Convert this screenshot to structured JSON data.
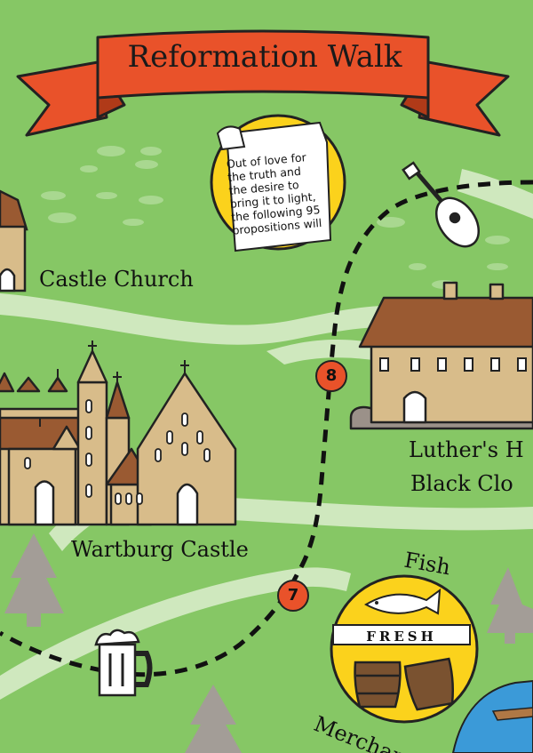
{
  "title": "Reformation Walk",
  "scroll_text": [
    "Out of love for",
    "the truth and",
    "the desire to",
    "bring it to light,",
    "the following 95",
    "propositions will"
  ],
  "places": {
    "castle_church": "Castle Church",
    "wartburg_castle": "Wartburg Castle",
    "luthers_house_line1": "Luther's H",
    "luthers_house_line2": "Black Clo",
    "fish_merchant_top": "Fish",
    "fish_merchant_bottom": "Merchant"
  },
  "fish_sign": "FRESH",
  "stops": [
    "8",
    "7"
  ],
  "icons": [
    "lute-icon",
    "beer-mug-icon",
    "fish-icon",
    "barrel-icon",
    "scroll-icon",
    "tree-icon"
  ],
  "colors": {
    "grass": "#86c765",
    "banner": "#e9522a",
    "path": "#cfe8be",
    "building": "#d8bc8a",
    "roof": "#9a5a32",
    "sign": "#fbd21c",
    "water": "#3b9ad8"
  }
}
